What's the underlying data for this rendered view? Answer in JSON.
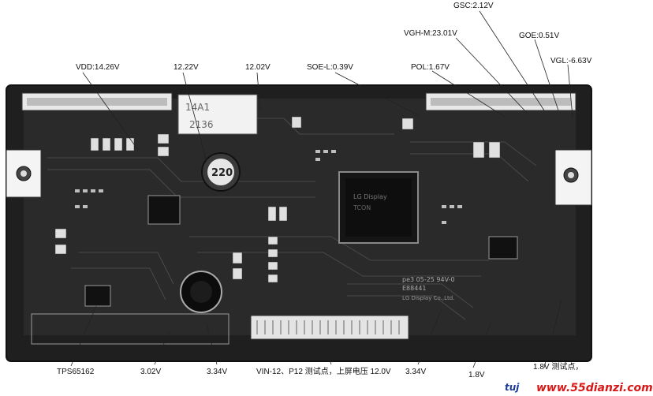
{
  "title": "",
  "labels": {
    "gsc": "GSC:2.12V",
    "vgh_m": "VGH-M:23.01V",
    "goe": "GOE:0.51V",
    "vdd": "VDD:14.26V",
    "v1222": "12.22V",
    "v1202": "12.02V",
    "soe_l": "SOE-L:0.39V",
    "pol": "POL:1.67V",
    "vgl": "VGL:-6.63V",
    "tps": "TPS65162",
    "v302": "3.02V",
    "v334a": "3.34V",
    "vin": "VIN-12、P12 测试点，上屏电压 12.0V",
    "v334b": "3.34V",
    "v18": "1.8V",
    "partial": "1.8V 测试点，"
  },
  "board": {
    "inductor_mark": "220",
    "connector_mark": "14A1\n2136",
    "chip_mark": "LG Display",
    "ul_mark": "pe3 05-25 94V-0",
    "code_mark": "E88441",
    "company_mark": "LG Display Co.,Ltd."
  },
  "watermark": {
    "logo": "tuj",
    "site": "www.55dianzi.com",
    "site_color": "#d81818"
  }
}
